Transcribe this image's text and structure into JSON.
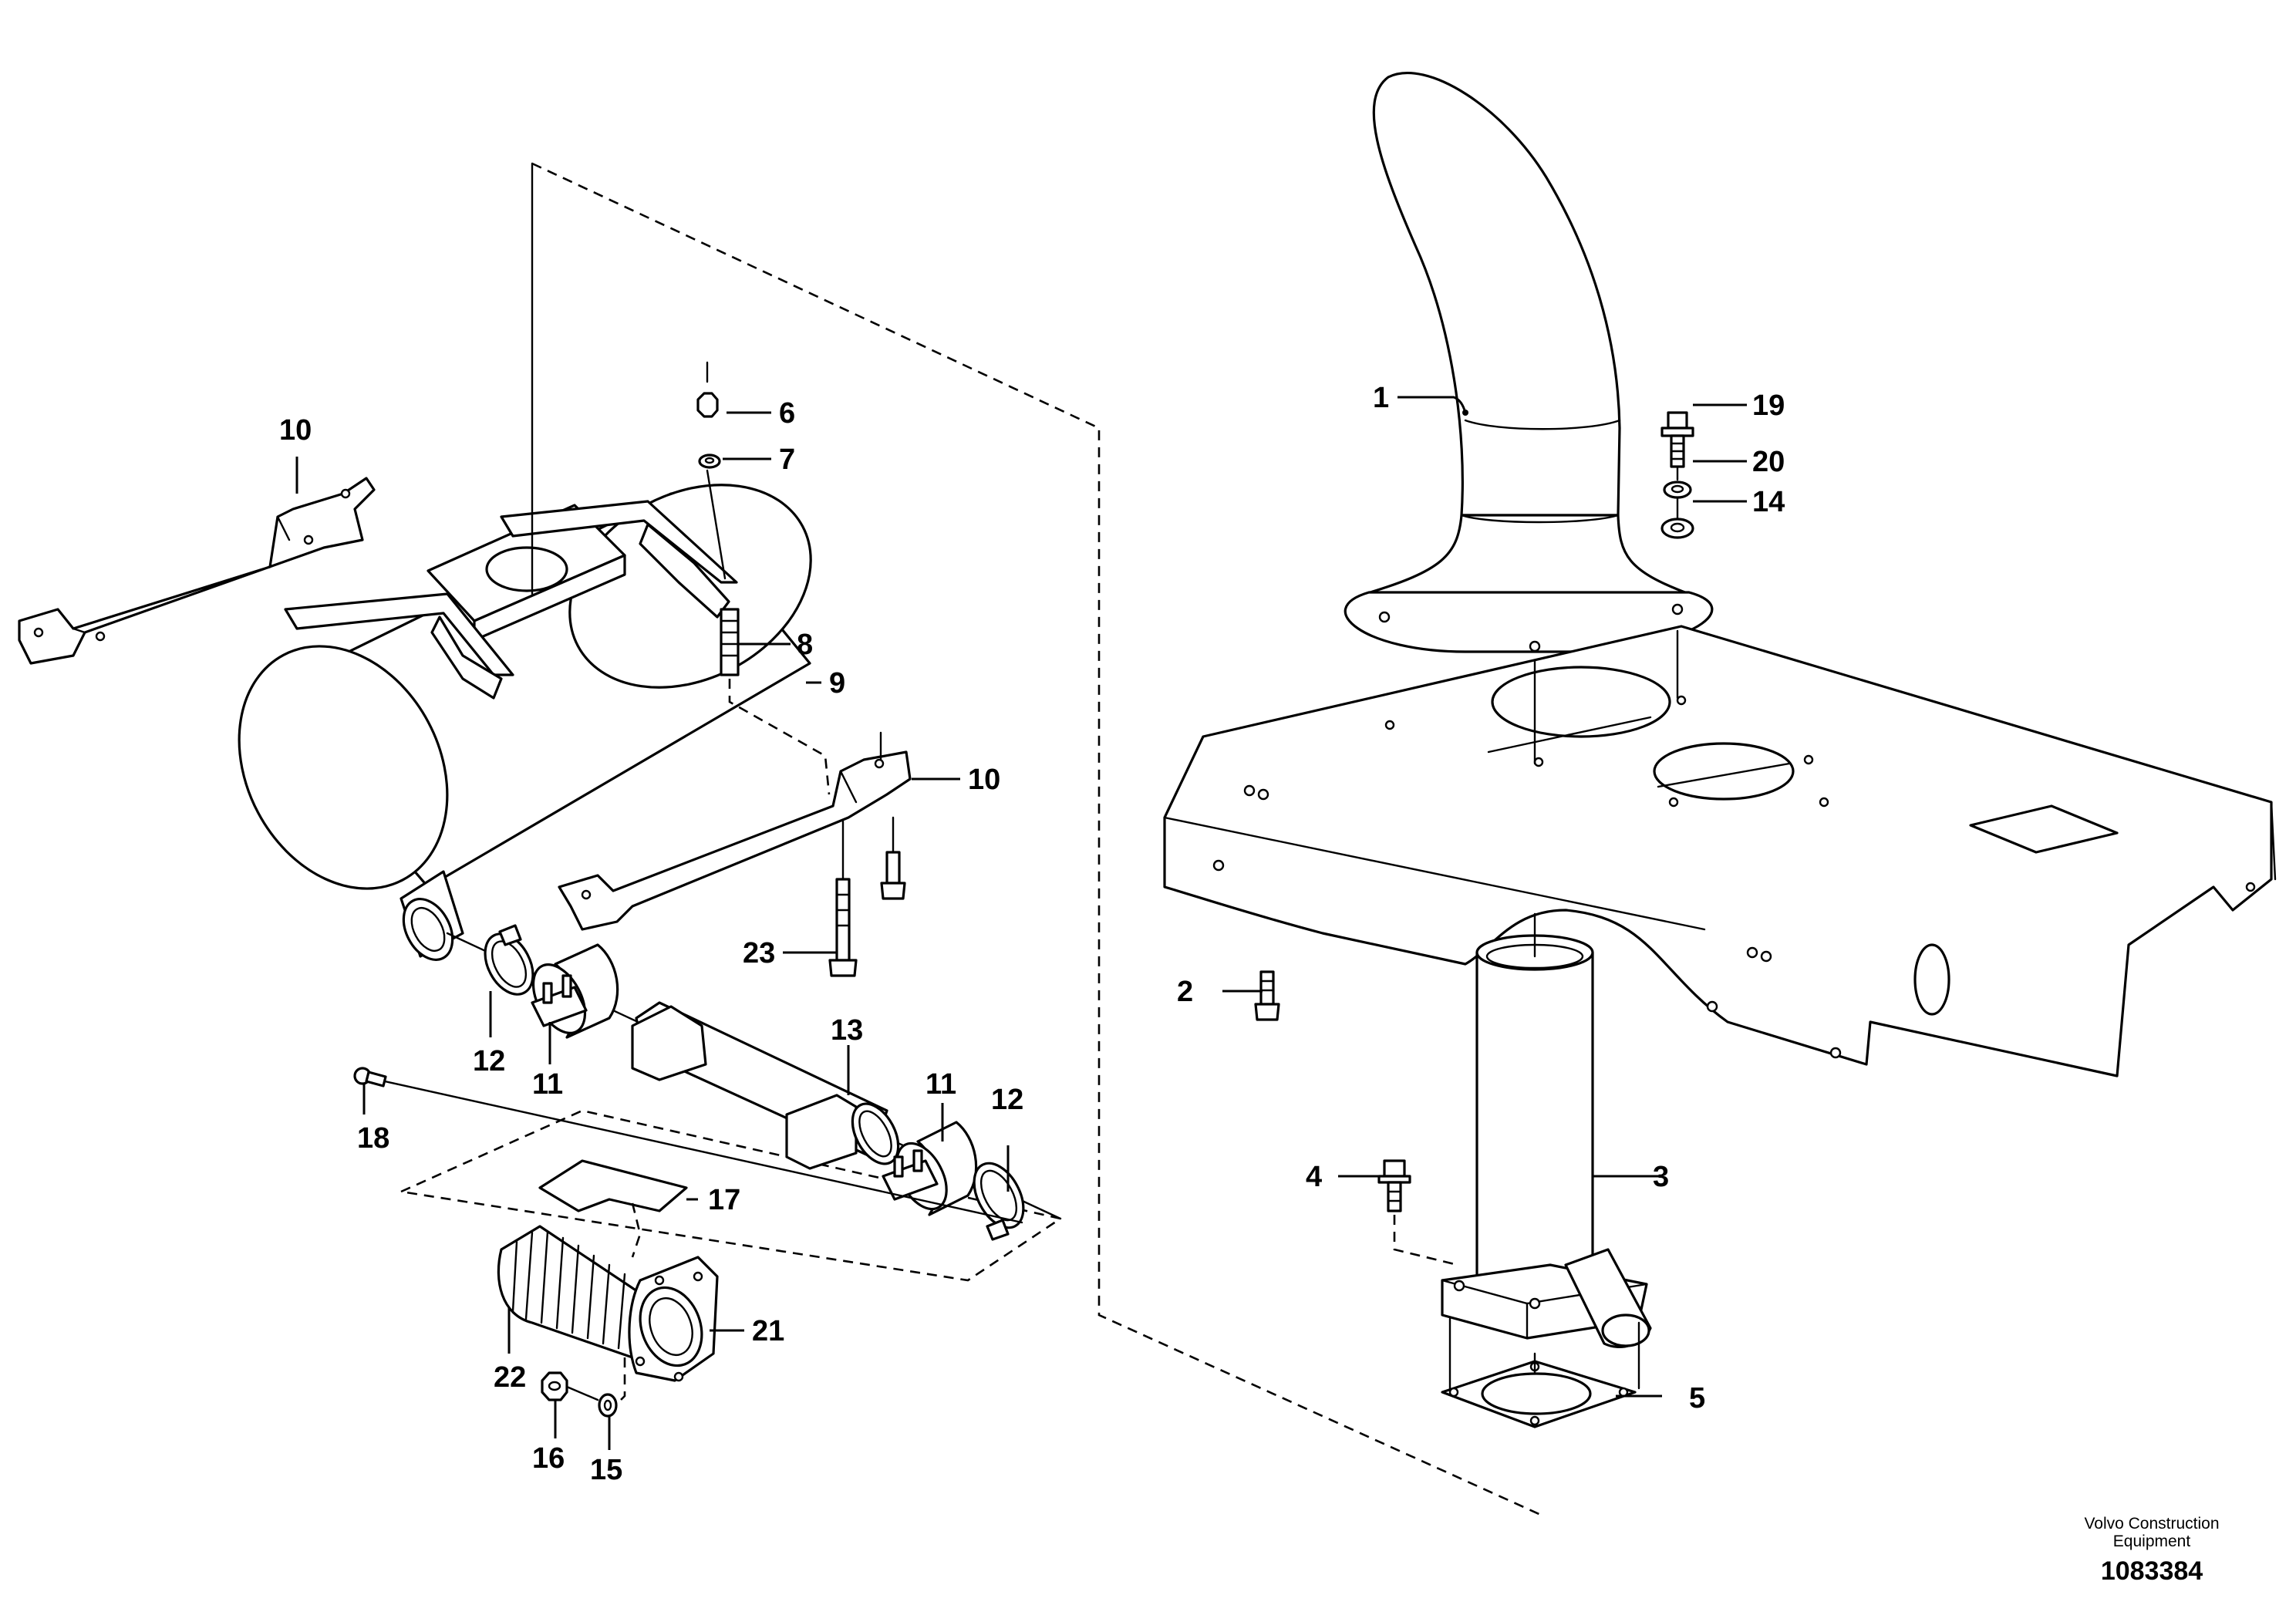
{
  "callouts": [
    "1",
    "2",
    "3",
    "4",
    "5",
    "6",
    "7",
    "8",
    "9",
    "10",
    "10",
    "11",
    "11",
    "12",
    "12",
    "13",
    "14",
    "15",
    "16",
    "17",
    "18",
    "19",
    "20",
    "21",
    "22",
    "23"
  ],
  "credit": {
    "line1": "Volvo Construction",
    "line2": "Equipment"
  },
  "document_number": "1083384"
}
